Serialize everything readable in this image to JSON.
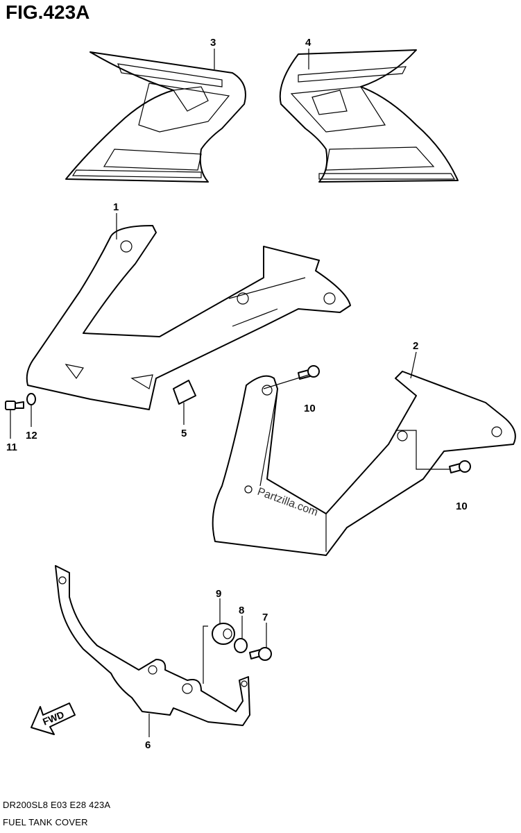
{
  "figure": {
    "title": "FIG.423A",
    "code": "DR200SL8  E03  E28  423A",
    "name": "FUEL TANK COVER"
  },
  "watermark": "Partzilla.com",
  "direction_arrow": {
    "label": "FWD",
    "icon": "fwd-arrow-icon"
  },
  "callouts": [
    "3",
    "4",
    "1",
    "2",
    "10",
    "10",
    "11",
    "12",
    "5",
    "9",
    "8",
    "7",
    "6"
  ]
}
